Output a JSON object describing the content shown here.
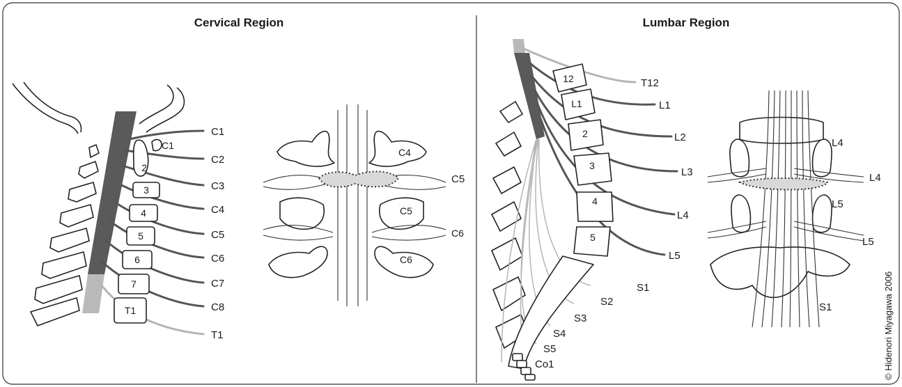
{
  "panels": {
    "cervical": {
      "title": "Cervical Region",
      "nerve_labels": [
        "C1",
        "C2",
        "C3",
        "C4",
        "C5",
        "C6",
        "C7",
        "C8",
        "T1"
      ],
      "vertebra_labels": [
        "C1",
        "2",
        "3",
        "4",
        "5",
        "6",
        "7",
        "T1"
      ],
      "detail_labels": [
        "C4",
        "C5",
        "C6",
        "C5",
        "C6"
      ]
    },
    "lumbar": {
      "title": "Lumbar Region",
      "nerve_labels": [
        "T12",
        "L1",
        "L2",
        "L3",
        "L4",
        "L5",
        "S1",
        "S2",
        "S3",
        "S4",
        "S5",
        "Co1"
      ],
      "vertebra_labels": [
        "12",
        "L1",
        "2",
        "3",
        "4",
        "5"
      ],
      "detail_labels": [
        "L4",
        "L4",
        "L5",
        "L5",
        "S1"
      ]
    }
  },
  "credit": "© Hidenori Miyagawa 2006"
}
